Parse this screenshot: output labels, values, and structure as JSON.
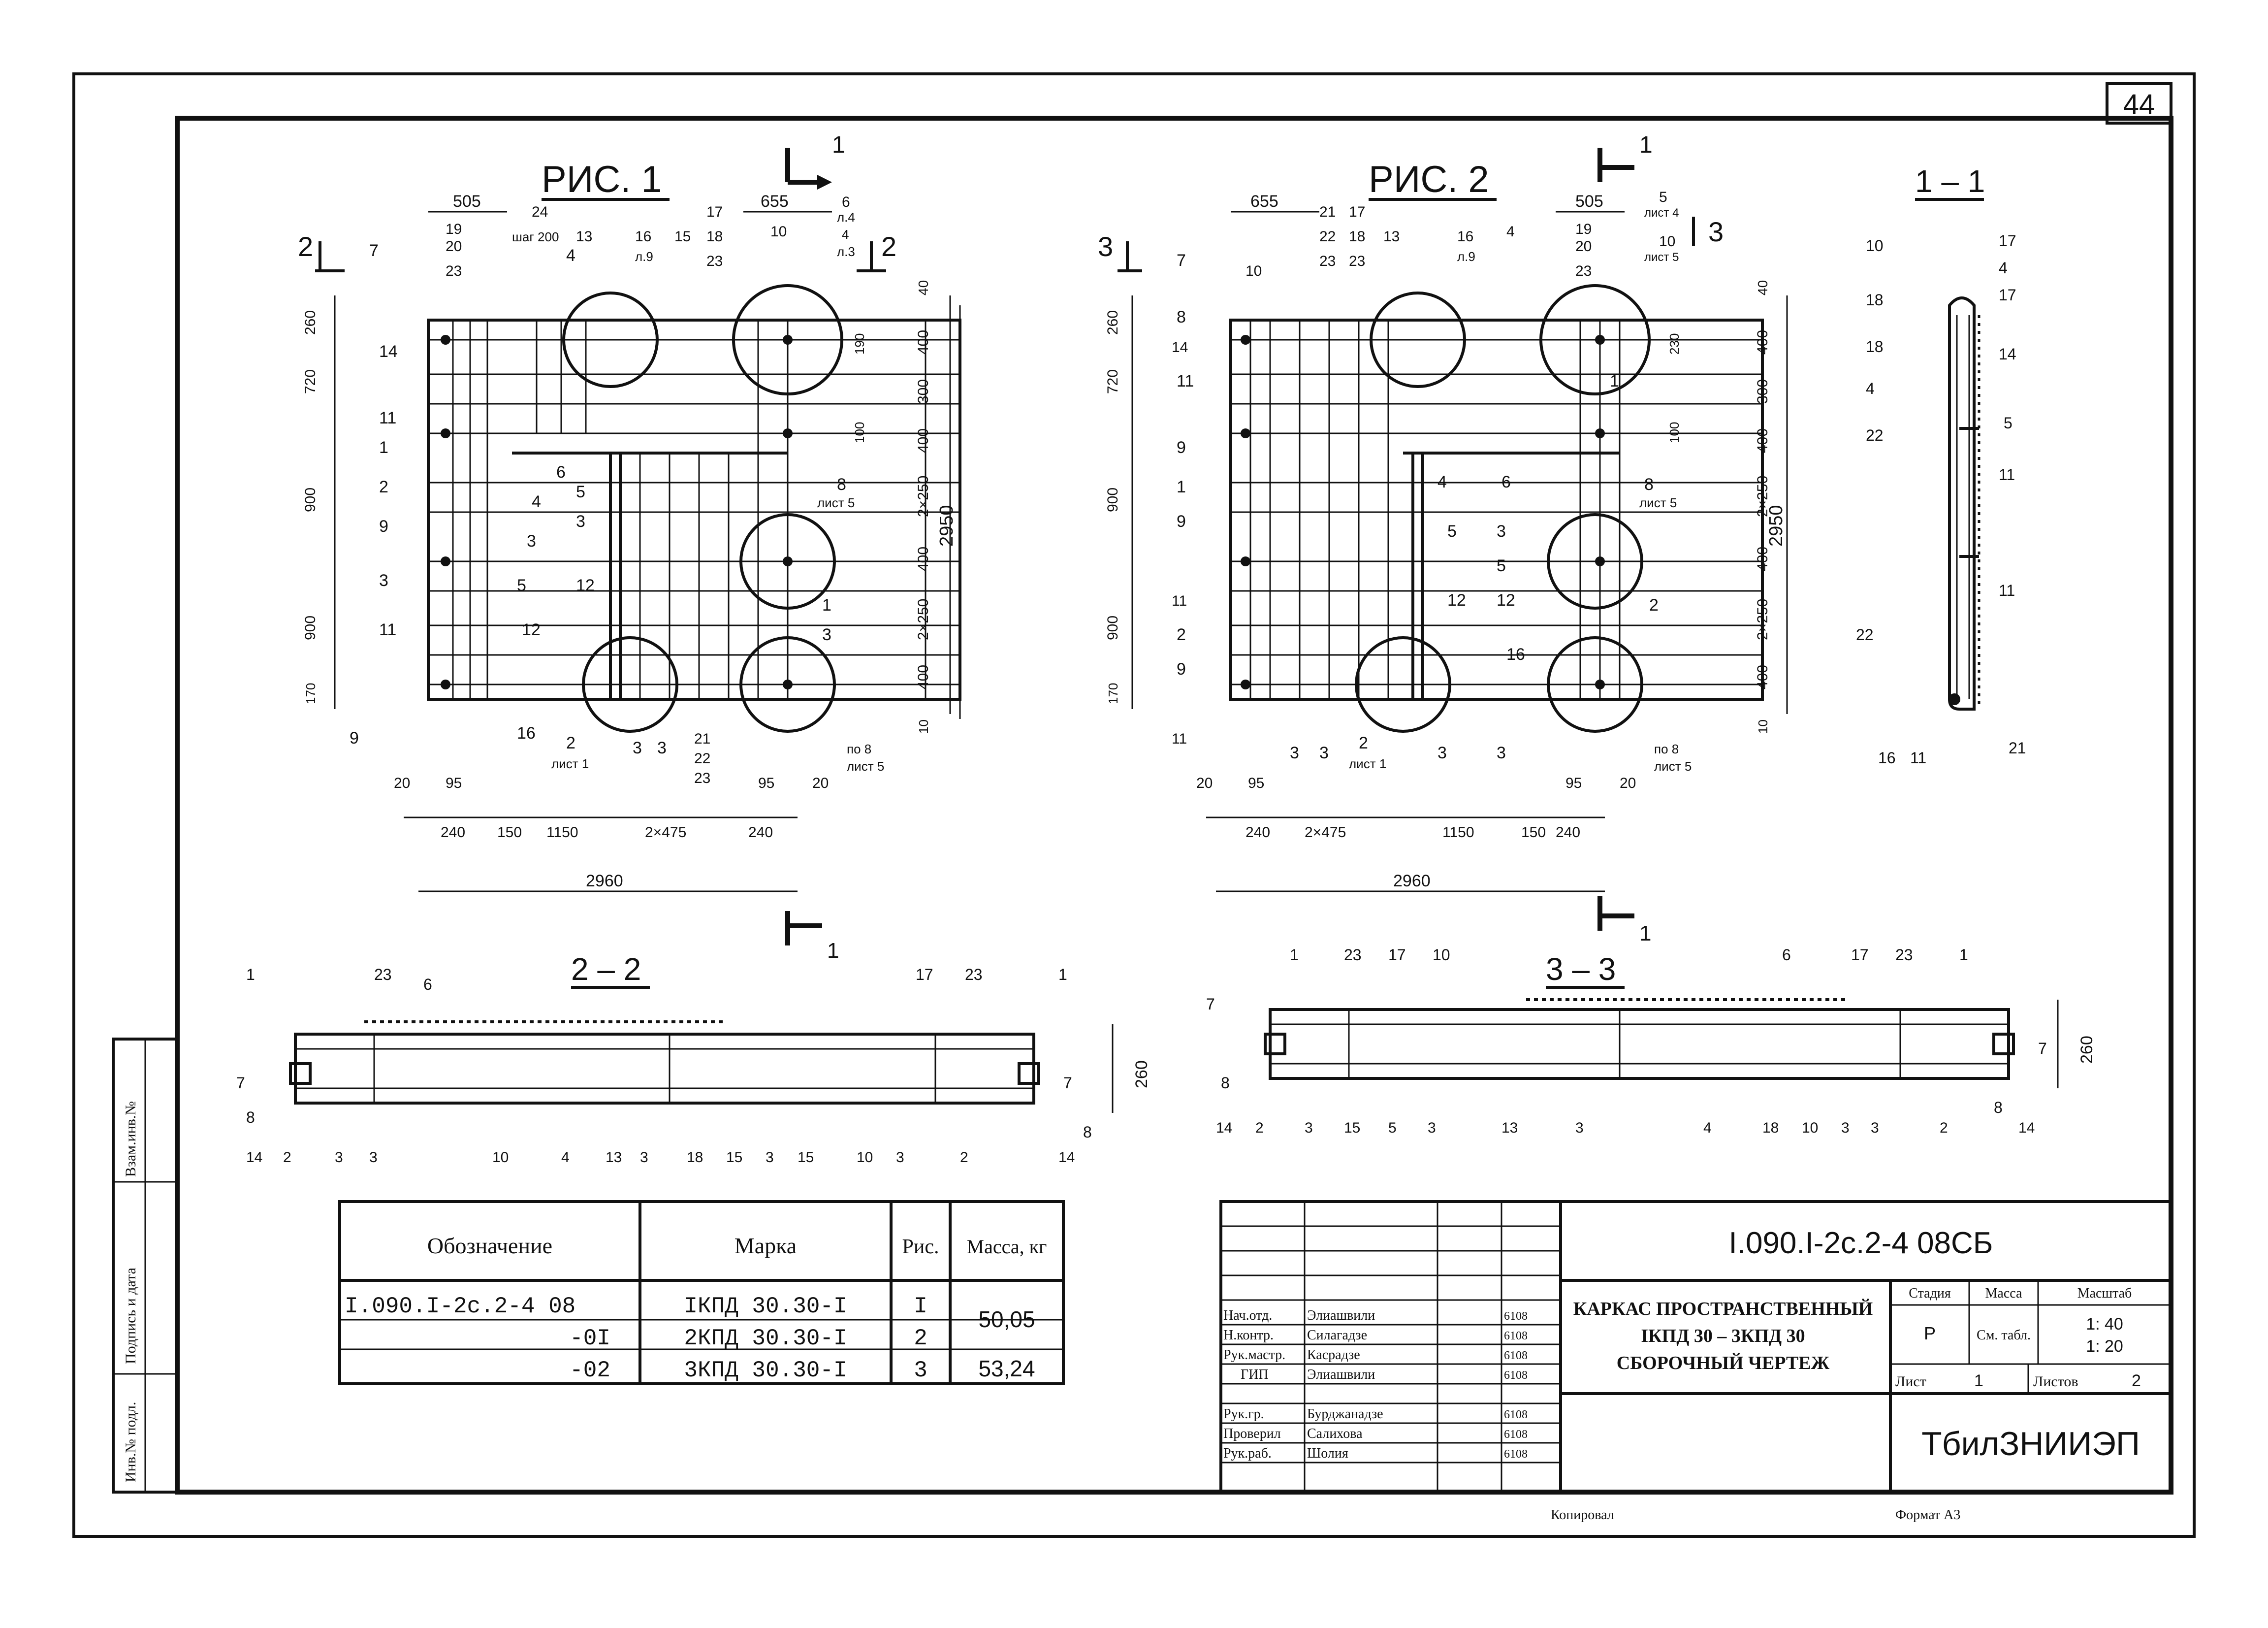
{
  "sheet": {
    "number": "44",
    "copied_by": "Копировал",
    "format": "Формат А3"
  },
  "figures": {
    "fig1": {
      "title": "РИС. 1",
      "section_mark": "1",
      "side_mark": "2",
      "dims_top": [
        "505",
        "655",
        "24",
        "6",
        "19",
        "17",
        "20",
        "18",
        "23",
        "23"
      ],
      "notes_top": [
        "шаг 200",
        "13",
        "16",
        "15",
        "10",
        "л.9",
        "л.4",
        "4",
        "л.3"
      ],
      "dims_left": [
        "260",
        "720",
        "900",
        "900",
        "170"
      ],
      "dims_right": [
        "40",
        "400",
        "300",
        "400",
        "2×250",
        "400",
        "2×250",
        "400",
        "10",
        "190",
        "100"
      ],
      "overall_vertical": "2950",
      "dims_bottom": [
        "20",
        "95",
        "240",
        "150",
        "1150",
        "2×475",
        "240",
        "95",
        "20"
      ],
      "overall_horizontal": "2960",
      "sheet_refs": [
        "лист 5",
        "лист 1",
        "по 8",
        "лист 5"
      ],
      "positions": [
        "7",
        "14",
        "11",
        "1",
        "2",
        "9",
        "3",
        "11",
        "9",
        "5",
        "12",
        "4",
        "6",
        "5",
        "3",
        "3",
        "8",
        "1",
        "3",
        "16",
        "2",
        "3",
        "3",
        "21",
        "22",
        "23",
        "12",
        "4"
      ]
    },
    "fig2": {
      "title": "РИС. 2",
      "section_mark": "1",
      "side_mark": "3",
      "dims_top": [
        "655",
        "505",
        "21",
        "17",
        "22",
        "18",
        "23",
        "23",
        "19",
        "20",
        "23",
        "5"
      ],
      "notes_top": [
        "13",
        "16",
        "4",
        "л.9",
        "лист 4",
        "10",
        "лист 5"
      ],
      "dims_left": [
        "260",
        "720",
        "900",
        "900",
        "170"
      ],
      "dims_right": [
        "40",
        "400",
        "300",
        "400",
        "2×250",
        "400",
        "2×250",
        "400",
        "10",
        "230",
        "100"
      ],
      "overall_vertical": "2950",
      "dims_bottom": [
        "20",
        "95",
        "240",
        "2×475",
        "1150",
        "150",
        "240",
        "95",
        "20"
      ],
      "overall_horizontal": "2960",
      "sheet_refs": [
        "лист 5",
        "лист 1",
        "по 8",
        "лист 5"
      ],
      "positions": [
        "7",
        "10",
        "8",
        "14",
        "11",
        "9",
        "1",
        "9",
        "11",
        "2",
        "9",
        "11",
        "3",
        "3",
        "2",
        "3",
        "5",
        "12",
        "4",
        "6",
        "3",
        "5",
        "12",
        "16",
        "2",
        "3",
        "8",
        "1"
      ]
    },
    "section_1_1": {
      "title": "1 – 1",
      "positions": [
        "10",
        "17",
        "4",
        "17",
        "18",
        "18",
        "4",
        "14",
        "22",
        "5",
        "11",
        "11",
        "22",
        "16",
        "11",
        "21"
      ]
    },
    "section_2_2": {
      "title": "2 – 2",
      "height_dim": "260",
      "positions": [
        "1",
        "23",
        "6",
        "17",
        "23",
        "1",
        "7",
        "8",
        "7",
        "8",
        "14",
        "2",
        "3",
        "3",
        "10",
        "4",
        "13",
        "3",
        "18",
        "15",
        "3",
        "15",
        "10",
        "3",
        "2",
        "14"
      ]
    },
    "section_3_3": {
      "title": "3 – 3",
      "height_dim": "260",
      "positions": [
        "1",
        "23",
        "17",
        "10",
        "6",
        "17",
        "23",
        "1",
        "7",
        "8",
        "7",
        "8",
        "14",
        "2",
        "3",
        "15",
        "5",
        "3",
        "13",
        "3",
        "4",
        "18",
        "10",
        "3",
        "3",
        "2",
        "14"
      ]
    }
  },
  "spec_table": {
    "headers": [
      "Обозначение",
      "Марка",
      "Рис.",
      "Масса, кг"
    ],
    "rows": [
      {
        "designation": "I.090.I-2с.2-4 08",
        "mark": "IКПД 30.30-I",
        "fig": "I",
        "mass": "50,05"
      },
      {
        "designation": "-0I",
        "mark": "2КПД 30.30-I",
        "fig": "2",
        "mass": ""
      },
      {
        "designation": "-02",
        "mark": "3КПД 30.30-I",
        "fig": "3",
        "mass": "53,24"
      }
    ]
  },
  "side_stamp": {
    "labels": [
      "Взам.инв.№",
      "Подпись и дата",
      "Инв.№ подл."
    ]
  },
  "title_block": {
    "code": "I.090.I-2с.2-4  08СБ",
    "name_lines": [
      "КАРКАС ПРОСТРАНСТВЕННЫЙ",
      "IКПД 30 – 3КПД 30",
      "СБОРОЧНЫЙ  ЧЕРТЕЖ"
    ],
    "stage_header": "Стадия",
    "mass_header": "Масса",
    "scale_header": "Масштаб",
    "stage": "Р",
    "mass": "См. табл.",
    "scale1": "1: 40",
    "scale2": "1: 20",
    "sheet_label": "Лист",
    "sheet_no": "1",
    "sheets_label": "Листов",
    "sheets_total": "2",
    "organization": "ТбилЗНИИЭП",
    "signatures": [
      {
        "role": "Нач.отд.",
        "name": "Элиашвили",
        "date": "6108"
      },
      {
        "role": "Н.контр.",
        "name": "Силагадзе",
        "date": "6108"
      },
      {
        "role": "Рук.мастр.",
        "name": "Касрадзе",
        "date": "6108"
      },
      {
        "role": "ГИП",
        "name": "Элиашвили",
        "date": "6108"
      },
      {
        "role": "Рук.гр.",
        "name": "Бурджанадзе",
        "date": "6108"
      },
      {
        "role": "Проверил",
        "name": "Салихова",
        "date": "6108"
      },
      {
        "role": "Рук.раб.",
        "name": "Шолия",
        "date": "6108"
      }
    ]
  }
}
